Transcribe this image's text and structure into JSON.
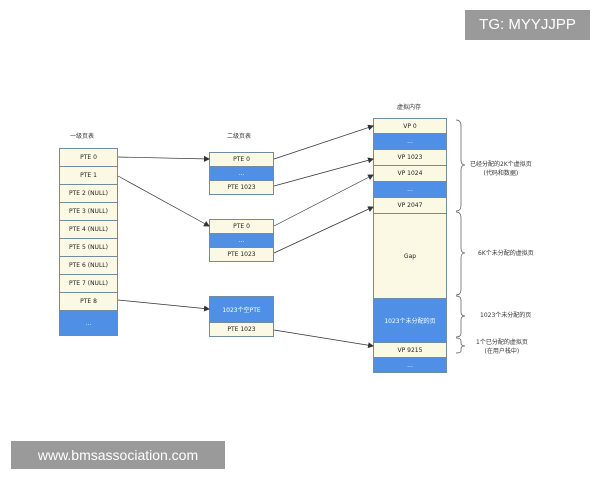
{
  "watermarks": {
    "top": "TG: MYYJJPP",
    "bottom": "www.bmsassociation.com"
  },
  "headers": {
    "level1": "一级页表",
    "level2": "二级页表",
    "virtual": "虚拟内存"
  },
  "level1_table": [
    "PTE 0",
    "PTE 1",
    "PTE 2 (NULL)",
    "PTE 3 (NULL)",
    "PTE 4 (NULL)",
    "PTE 5 (NULL)",
    "PTE 6 (NULL)",
    "PTE 7 (NULL)",
    "PTE 8",
    "..."
  ],
  "level2_table_a": [
    "PTE 0",
    "...",
    "PTE 1023"
  ],
  "level2_table_b": [
    "PTE 0",
    "...",
    "PTE 1023"
  ],
  "level2_table_c": [
    "1023个空PTE",
    "PTE 1023"
  ],
  "virtual_memory": [
    "VP 0",
    "...",
    "VP 1023",
    "VP 1024",
    "...",
    "VP 2047",
    "Gap",
    "1023个未分配的页",
    "VP 9215",
    "..."
  ],
  "brace_labels": {
    "allocated": [
      "已经分配的2K个虚拟页",
      "(代码和数据)"
    ],
    "gap": "6K个未分配的虚拟页",
    "unallocated": "1023个未分配的页",
    "stack": [
      "1个已分配的虚拟页",
      "(在用户栈中)"
    ]
  },
  "colors": {
    "cell_fill": "#fbf9e3",
    "highlight_fill": "#4f8fe6",
    "border": "#6f8d9e",
    "watermark_bg": "#9a9a9a"
  }
}
